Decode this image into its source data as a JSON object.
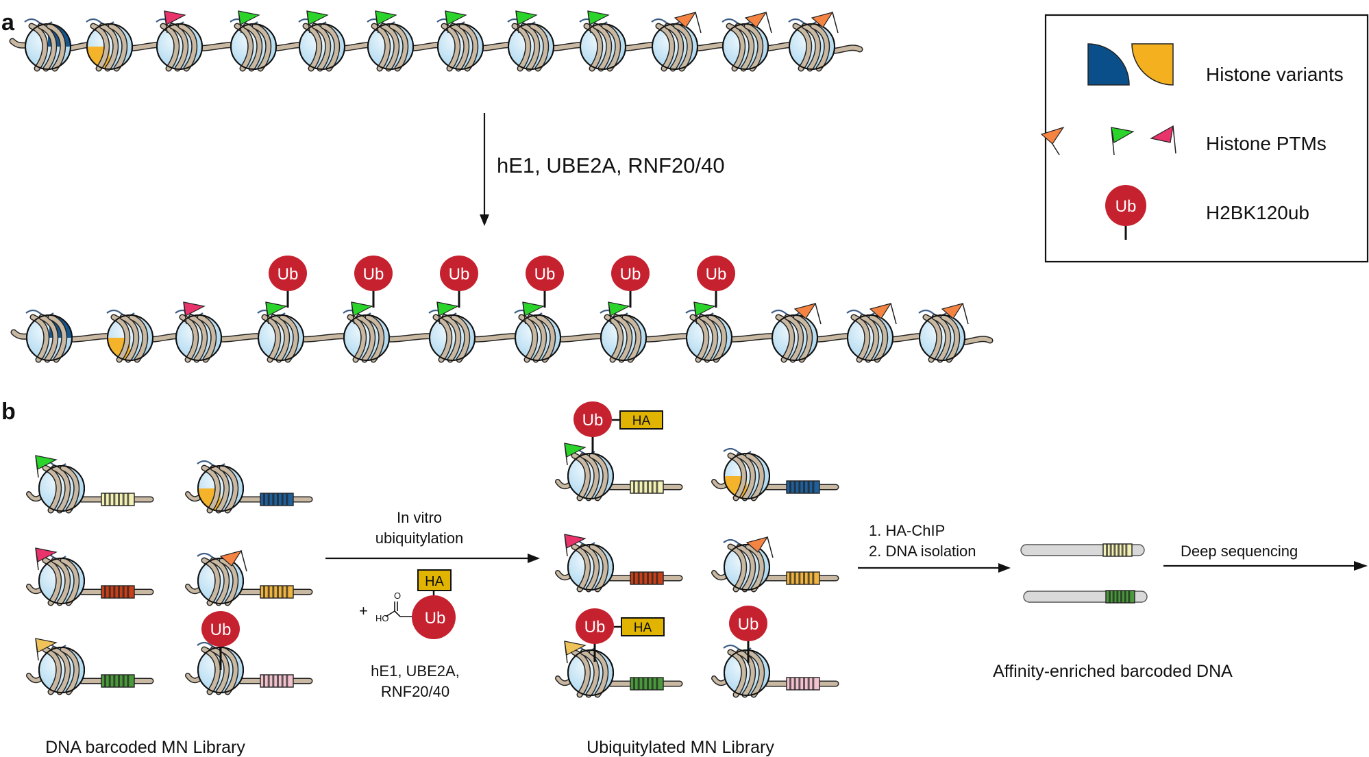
{
  "panel_a": {
    "letter": "a",
    "arrow_label": "hE1, UBE2A, RNF20/40",
    "top_row": [
      "blue",
      "yellow",
      "red",
      "green",
      "green",
      "green",
      "green",
      "green",
      "green",
      "orange",
      "orange",
      "orange"
    ],
    "bottom_row": [
      "blue",
      "yellow",
      "red",
      "green-ub",
      "green-ub",
      "green-ub",
      "green-ub",
      "green-ub",
      "green-ub",
      "orange",
      "orange",
      "orange"
    ]
  },
  "legend": {
    "variants_label": "Histone variants",
    "ptms_label": "Histone PTMs",
    "ub_label": "H2BK120ub",
    "ub_text": "Ub"
  },
  "panel_b": {
    "letter": "b",
    "library_label": "DNA barcoded MN Library",
    "reaction_label_line1": "In vitro",
    "reaction_label_line2": "ubiquitylation",
    "reagent_plus": "+",
    "reagent_ho": "HO",
    "reagent_o": "O",
    "ha_text": "HA",
    "ub_text": "Ub",
    "enzymes_line1": "hE1, UBE2A,",
    "enzymes_line2": "RNF20/40",
    "ub_library_label": "Ubiquitylated MN Library",
    "chip_step1": "1. HA-ChIP",
    "chip_step2": "2. DNA isolation",
    "enriched_label": "Affinity-enriched barcoded DNA",
    "sequencing_label": "Deep sequencing"
  },
  "colors": {
    "variant_blue": "#0b4f8a",
    "variant_yellow": "#f5b01f",
    "ptm_orange": "#f58442",
    "ptm_green": "#2bd42b",
    "ptm_red": "#e8336b",
    "ptm_gold": "#f0c35a",
    "ub_red": "#c6212f",
    "ha_gold": "#e0b400",
    "histone_core": "#cfe9f7",
    "dna_wrap": "#c9b9a2"
  }
}
